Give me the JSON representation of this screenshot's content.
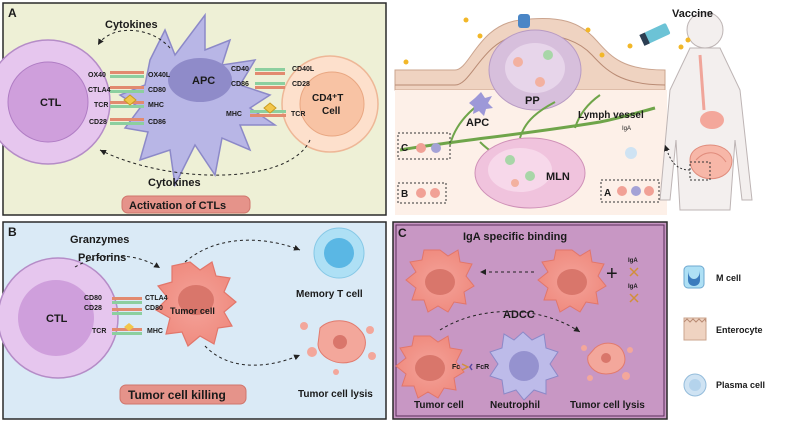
{
  "panel_a": {
    "letter": "A",
    "cytokines_top": "Cytokines",
    "cytokines_bottom": "Cytokines",
    "ctl": "CTL",
    "apc": "APC",
    "cd4": "CD4⁺T",
    "cd4_cell": "Cell",
    "left_receptors": [
      "OX40",
      "CTLA4",
      "TCR",
      "CD28"
    ],
    "apc_left": [
      "OX40L",
      "CD80",
      "MHC",
      "CD86"
    ],
    "apc_right": [
      "CD40",
      "CD86",
      "MHC"
    ],
    "cd4_receptors": [
      "CD40L",
      "CD28",
      "TCR"
    ],
    "banner": "Activation of CTLs"
  },
  "gut": {
    "vaccine": "Vaccine",
    "pp": "PP",
    "apc": "APC",
    "lymph_vessel": "Lymph vessel",
    "mln": "MLN",
    "iga": "IgA",
    "box_a": "A",
    "box_b": "B",
    "box_c": "C"
  },
  "panel_b": {
    "letter": "B",
    "granzymes": "Granzymes",
    "perforins": "Perforins",
    "ctl": "CTL",
    "ctl_receptors": [
      "CD80",
      "CD28",
      "TCR"
    ],
    "tumor_receptors": [
      "CTLA4",
      "CD80",
      "MHC"
    ],
    "tumor_cell": "Tumor cell",
    "memory": "Memory T cell",
    "lysis": "Tumor cell lysis",
    "banner": "Tumor cell killing"
  },
  "panel_c": {
    "letter": "C",
    "iga_title": "IgA specific binding",
    "iga_1": "IgA",
    "iga_2": "IgA",
    "adcc": "ADCC",
    "fc": "Fc",
    "fcr": "FcR",
    "tumor_cell": "Tumor cell",
    "neutrophil": "Neutrophil",
    "lysis": "Tumor cell lysis"
  },
  "legend": {
    "m_cell": "M cell",
    "enterocyte": "Enterocyte",
    "plasma_cell": "Plasma cell"
  }
}
